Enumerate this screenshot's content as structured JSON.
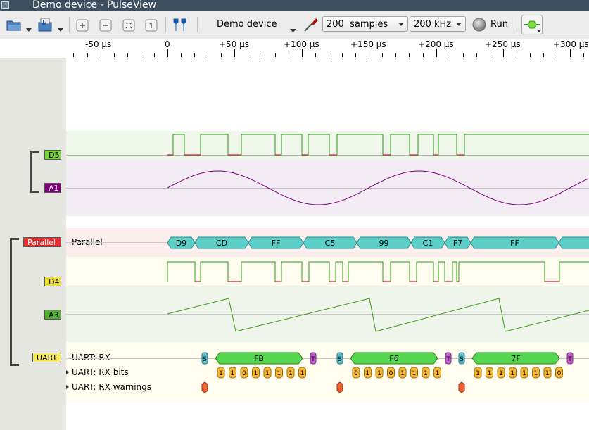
{
  "window": {
    "title": "Demo device - PulseView"
  },
  "toolbar": {
    "device": "Demo device",
    "samples": "200  samples",
    "rate": "200 kHz",
    "run_label": "Run"
  },
  "ruler": {
    "labels": [
      "-50 µs",
      "0",
      "+50 µs",
      "+100 µs",
      "+150 µs",
      "+200 µs",
      "+250 µs",
      "+300 µs"
    ]
  },
  "colors": {
    "D5": "#77d63a",
    "A1": "#800080",
    "Parallel": "#e03030",
    "D4": "#f0e030",
    "A3": "#50b030",
    "UART": "#f8e860",
    "data_block": "#5ccfc9",
    "rx_block": "#55d550",
    "start": "#5cbfc9",
    "stop": "#c060c8",
    "bits": "#f6b830",
    "warn": "#f06030"
  },
  "channels": {
    "d5": {
      "label": "D5"
    },
    "a1": {
      "label": "A1"
    },
    "parallel": {
      "label": "Parallel",
      "row": "Parallel"
    },
    "d4": {
      "label": "D4"
    },
    "a3": {
      "label": "A3"
    },
    "uart": {
      "label": "UART",
      "rows": [
        "UART: RX",
        "UART: RX bits",
        "UART: RX warnings"
      ]
    }
  },
  "parallel_values": [
    "D9",
    "CD",
    "FF",
    "C5",
    "99",
    "C1",
    "F7",
    "FF"
  ],
  "uart_rx": {
    "start": "S",
    "stop": "T",
    "bytes": [
      "FB",
      "F6",
      "7F"
    ]
  },
  "uart_bits": [
    [
      "1",
      "1",
      "0",
      "1",
      "1",
      "1",
      "1",
      "1"
    ],
    [
      "0",
      "1",
      "1",
      "0",
      "1",
      "1",
      "1",
      "1"
    ],
    [
      "1",
      "1",
      "1",
      "1",
      "1",
      "1",
      "1",
      "0"
    ]
  ]
}
